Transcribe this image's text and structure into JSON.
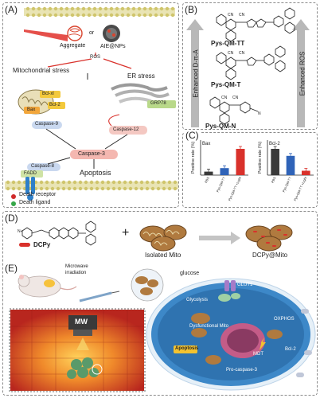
{
  "panel_a": {
    "label": "(A)",
    "aggregate": "Aggregate",
    "or": "or",
    "aie_nps": "AIE@NPs",
    "ros": "ROS",
    "mito_stress": "Mitochondrial stress",
    "er_stress": "ER stress",
    "bcl_xl": "Bcl-xl",
    "bcl_2": "Bcl-2",
    "bax": "Bax",
    "grp78": "GRP78",
    "caspase_9": "Caspase-9",
    "caspase_12": "Caspase-12",
    "caspase_3": "Caspase-3",
    "caspase_8": "Caspase-8",
    "fadd": "FADD",
    "apoptosis": "Apoptosis",
    "death_receptor": "Death receptor",
    "death_ligand": "Death ligand"
  },
  "panel_b": {
    "label": "(B)",
    "left_arrow": "Enhanced D-π-A",
    "right_arrow": "Enhanced ROS",
    "compounds": [
      "Pys-QM-TT",
      "Pys-QM-T",
      "Pys-QM-N"
    ]
  },
  "panel_c": {
    "label": "(C)",
    "chart_data": [
      {
        "type": "bar",
        "title": "Bax",
        "ylabel": "Positive rate (%)",
        "categories": [
          "PBS",
          "Pys-QM-TT",
          "Pys-QM-TT +Light"
        ],
        "values": [
          4,
          8,
          30
        ],
        "ylim": [
          0,
          40
        ],
        "colors": [
          "#3a3a3a",
          "#2f63b8",
          "#d9312b"
        ]
      },
      {
        "type": "bar",
        "title": "Bcl-2",
        "ylabel": "Positive rate (%)",
        "categories": [
          "PBS",
          "Pys-QM-TT",
          "Pys-QM-TT +Light"
        ],
        "values": [
          30,
          22,
          5
        ],
        "ylim": [
          0,
          40
        ],
        "colors": [
          "#3a3a3a",
          "#2f63b8",
          "#d9312b"
        ]
      }
    ]
  },
  "panel_d": {
    "label": "(D)",
    "dcpy": "DCPy",
    "plus": "+",
    "isolated_mito": "Isolated Mito",
    "product": "DCPy@Mito"
  },
  "panel_e": {
    "label": "(E)",
    "microwave": "Microwave irradiation",
    "mw": "MW",
    "glucose": "glucose",
    "glut1": "GLUT1",
    "glycolysis": "Glycolysis",
    "oxphos": "OXPHOS",
    "dysfunctional_mito": "Dysfunctional Mito",
    "apoptosis": "Apoptosis",
    "bcl2": "Bcl-2",
    "mdt": "MDT",
    "pro_caspase": "Pro-caspase-3"
  },
  "colors": {
    "membrane": "#d8d08a",
    "bcl": "#f3c93c",
    "bax": "#f2a63b",
    "caspase": "#c9d8ef",
    "caspase3": "#f4b7b0",
    "grp78": "#b9d98a",
    "cell": "#3d88c8",
    "panel_e_bg": "#dbe9f5"
  }
}
